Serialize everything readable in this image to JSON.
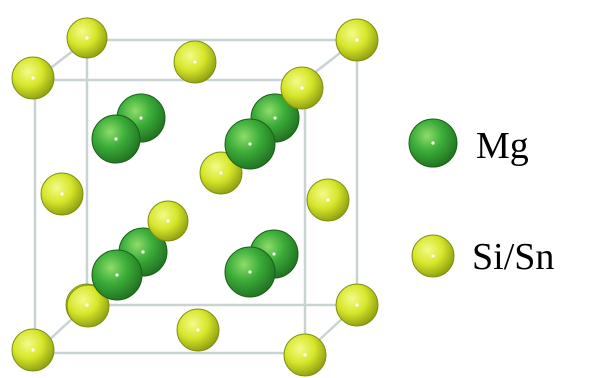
{
  "legend": {
    "mg_label": "Mg",
    "sisn_label": "Si/Sn"
  },
  "colors": {
    "mg_atom": "#35a835",
    "mg_atom_dark": "#1f6f1f",
    "sisn_atom": "#d6e62a",
    "sisn_atom_dark": "#8a9b10",
    "cell_edge": "#c9d3d3",
    "atom_center": "#ffffff"
  },
  "atoms": {
    "mg_count": 8,
    "sisn_count": 14
  }
}
